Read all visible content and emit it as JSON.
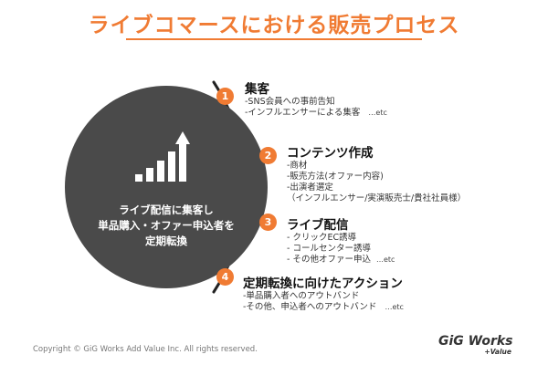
{
  "title": "ライブコマースにおける販売プロセス",
  "circle": {
    "lines": [
      "ライブ配信に集客し",
      "単品購入・オファー申込者を",
      "定期転換"
    ],
    "icon": "growth-bar-chart-icon"
  },
  "steps": [
    {
      "number": "1",
      "title": "集客",
      "lines": [
        "-SNS会員への事前告知",
        "-インフルエンサーによる集客"
      ],
      "etc": "…etc"
    },
    {
      "number": "2",
      "title": "コンテンツ作成",
      "lines": [
        "-商材",
        "-販売方法(オファー内容)",
        "-出演者選定",
        "（インフルエンサー/実演販売士/貴社社員様）"
      ],
      "etc": ""
    },
    {
      "number": "3",
      "title": "ライブ配信",
      "lines": [
        "- クリックEC誘導",
        "- コールセンター誘導",
        "- その他オファー申込"
      ],
      "etc": "…etc"
    },
    {
      "number": "4",
      "title": "定期転換に向けたアクション",
      "lines": [
        "-単品購入者へのアウトバンド",
        "-その他、申込者へのアウトバンド"
      ],
      "etc": "…etc"
    }
  ],
  "footer": "Copyright © GiG Works Add Value Inc. All rights reserved.",
  "logo": {
    "main": "GiG Works",
    "sub": "+Value"
  },
  "colors": {
    "accent": "#f07b33",
    "circle": "#4a4a4a",
    "arc": "#222222"
  }
}
